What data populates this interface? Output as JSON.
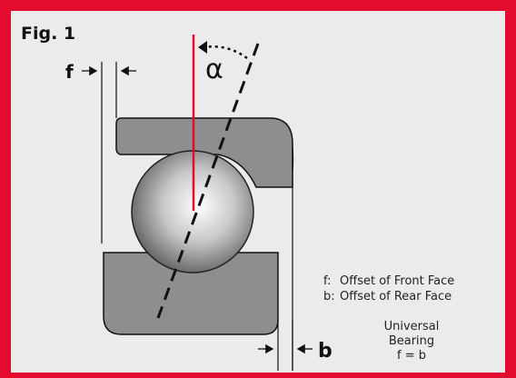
{
  "figure": {
    "title": "Fig. 1",
    "angle_symbol": "α",
    "front_offset_symbol": "f",
    "rear_offset_symbol": "b"
  },
  "legend": {
    "items": [
      {
        "key": "f:",
        "text": "Offset of Front Face"
      },
      {
        "key": "b:",
        "text": "Offset of Rear Face"
      }
    ],
    "universal_title": "Universal Bearing",
    "universal_formula": "f = b"
  },
  "colors": {
    "frame": "#e30b2e",
    "background": "#ebebeb",
    "ring_fill": "#8e8e8e",
    "axis_line": "#e30b2e"
  }
}
